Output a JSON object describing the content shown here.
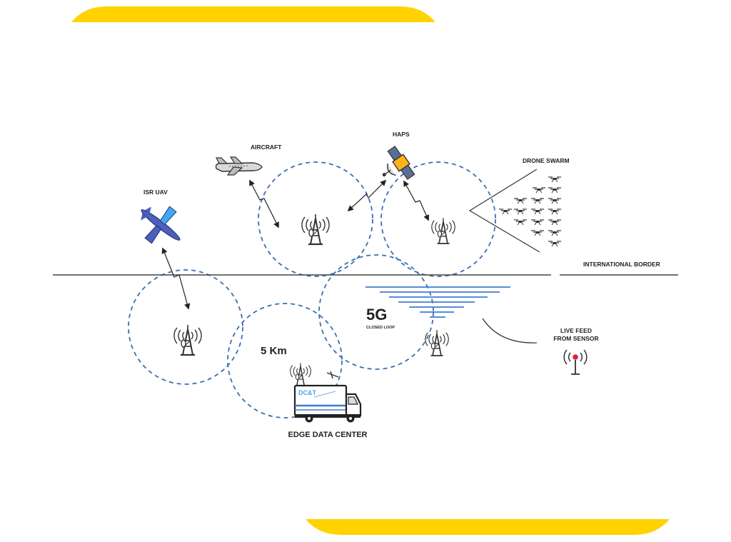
{
  "labels": {
    "isr_uav": "ISR UAV",
    "aircraft": "AIRCRAFT",
    "haps": "HAPS",
    "drone_swarm": "DRONE SWARM",
    "international_border": "INTERNATIONAL BORDER",
    "five_g": "5G",
    "closed_loop": "CLOSED LOOP",
    "distance": "5 Km",
    "live_feed_line1": "LIVE FEED",
    "live_feed_line2": "FROM SENSOR",
    "edge_data_center": "EDGE DATA CENTER",
    "truck_brand": "DC&T"
  },
  "colors": {
    "accent_yellow": "#FFD200",
    "circle_blue": "#3A6FB5",
    "water_blue": "#3F7BD1",
    "line_dark": "#333333",
    "uav_blue": "#4A5FC0",
    "uav_accent": "#3FA9F5",
    "sensor_red": "#E0203A"
  },
  "icons": [
    "tower-icon",
    "airplane-icon",
    "satellite-icon",
    "drone-icon",
    "truck-icon",
    "sensor-antenna-icon"
  ]
}
